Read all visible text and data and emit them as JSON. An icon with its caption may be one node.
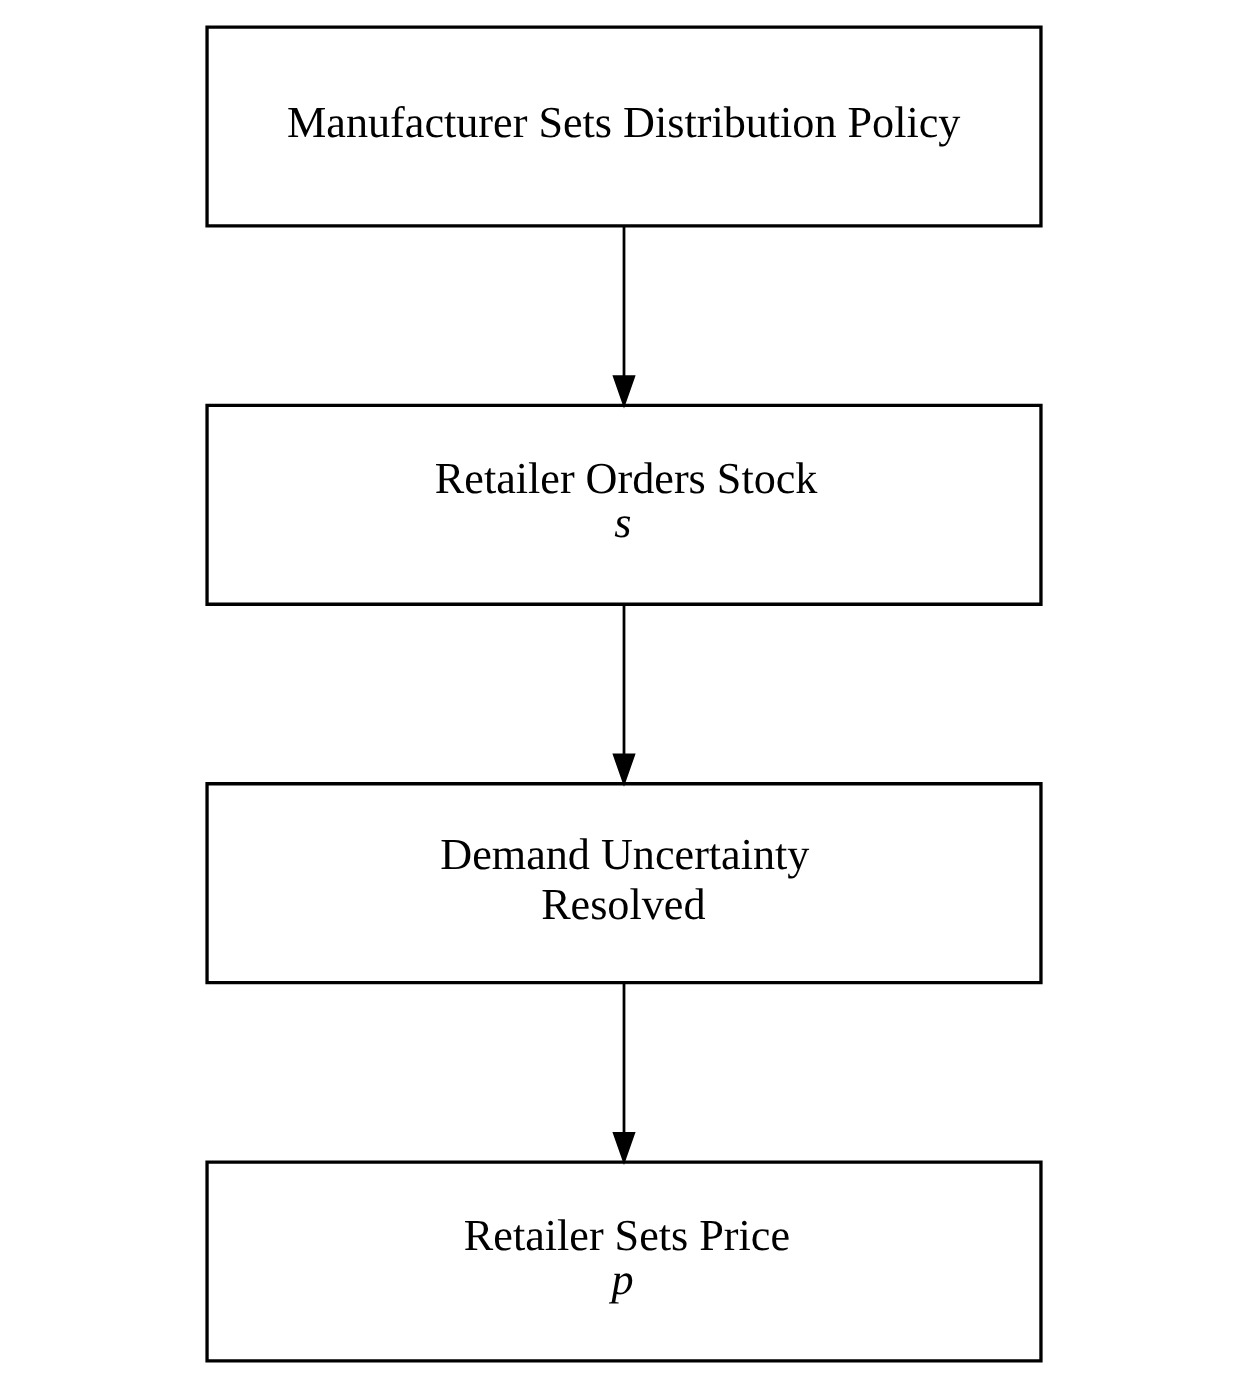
{
  "diagram": {
    "nodes": [
      {
        "text": [
          "Manufacturer Sets Distribution Policy"
        ]
      },
      {
        "text": [
          "Retailer Orders Stock",
          "s"
        ]
      },
      {
        "text": [
          "Demand Uncertainty Resolved"
        ]
      },
      {
        "text": [
          "Retailer Sets Price",
          "p"
        ]
      }
    ],
    "edges": [
      {
        "from": 0,
        "to": 1,
        "arrow": "to"
      },
      {
        "from": 1,
        "to": 2,
        "arrow": "to"
      },
      {
        "from": 2,
        "to": 3,
        "arrow": "to"
      }
    ]
  }
}
